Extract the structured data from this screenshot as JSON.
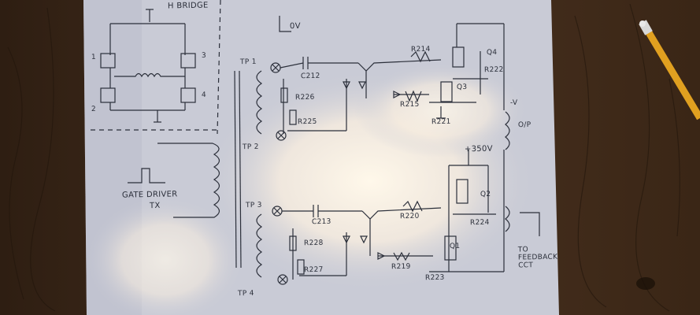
{
  "scene": {
    "description_colors": {
      "table": "#3a2616",
      "paper": "#c9cbd6",
      "ink": "#2b2f3a",
      "glare": "#fff6e6",
      "pencil": "#e0a020"
    }
  },
  "labels": {
    "h_bridge": "H BRIDGE",
    "zero_v": "0V",
    "tp1": "TP 1",
    "tp2": "TP 2",
    "tp3": "TP 3",
    "tp4": "TP 4",
    "c212": "C212",
    "c213": "C213",
    "r214": "R214",
    "r215": "R215",
    "r221": "R221",
    "r222": "R222",
    "r225": "R225",
    "r226": "R226",
    "r220": "R220",
    "r224": "R224",
    "r219": "R219",
    "r223": "R223",
    "r228": "R228",
    "r227": "R227",
    "q1": "Q1",
    "q2": "Q2",
    "q3": "Q3",
    "q4": "Q4",
    "plus350v": "+350V",
    "minus_v": "-V",
    "op": "O/P",
    "feedback": "TO FEEDBACK CCT",
    "gate_driver": "GATE DRIVER",
    "tx": "TX",
    "hb1": "1",
    "hb2": "2",
    "hb3": "3",
    "hb4": "4"
  }
}
